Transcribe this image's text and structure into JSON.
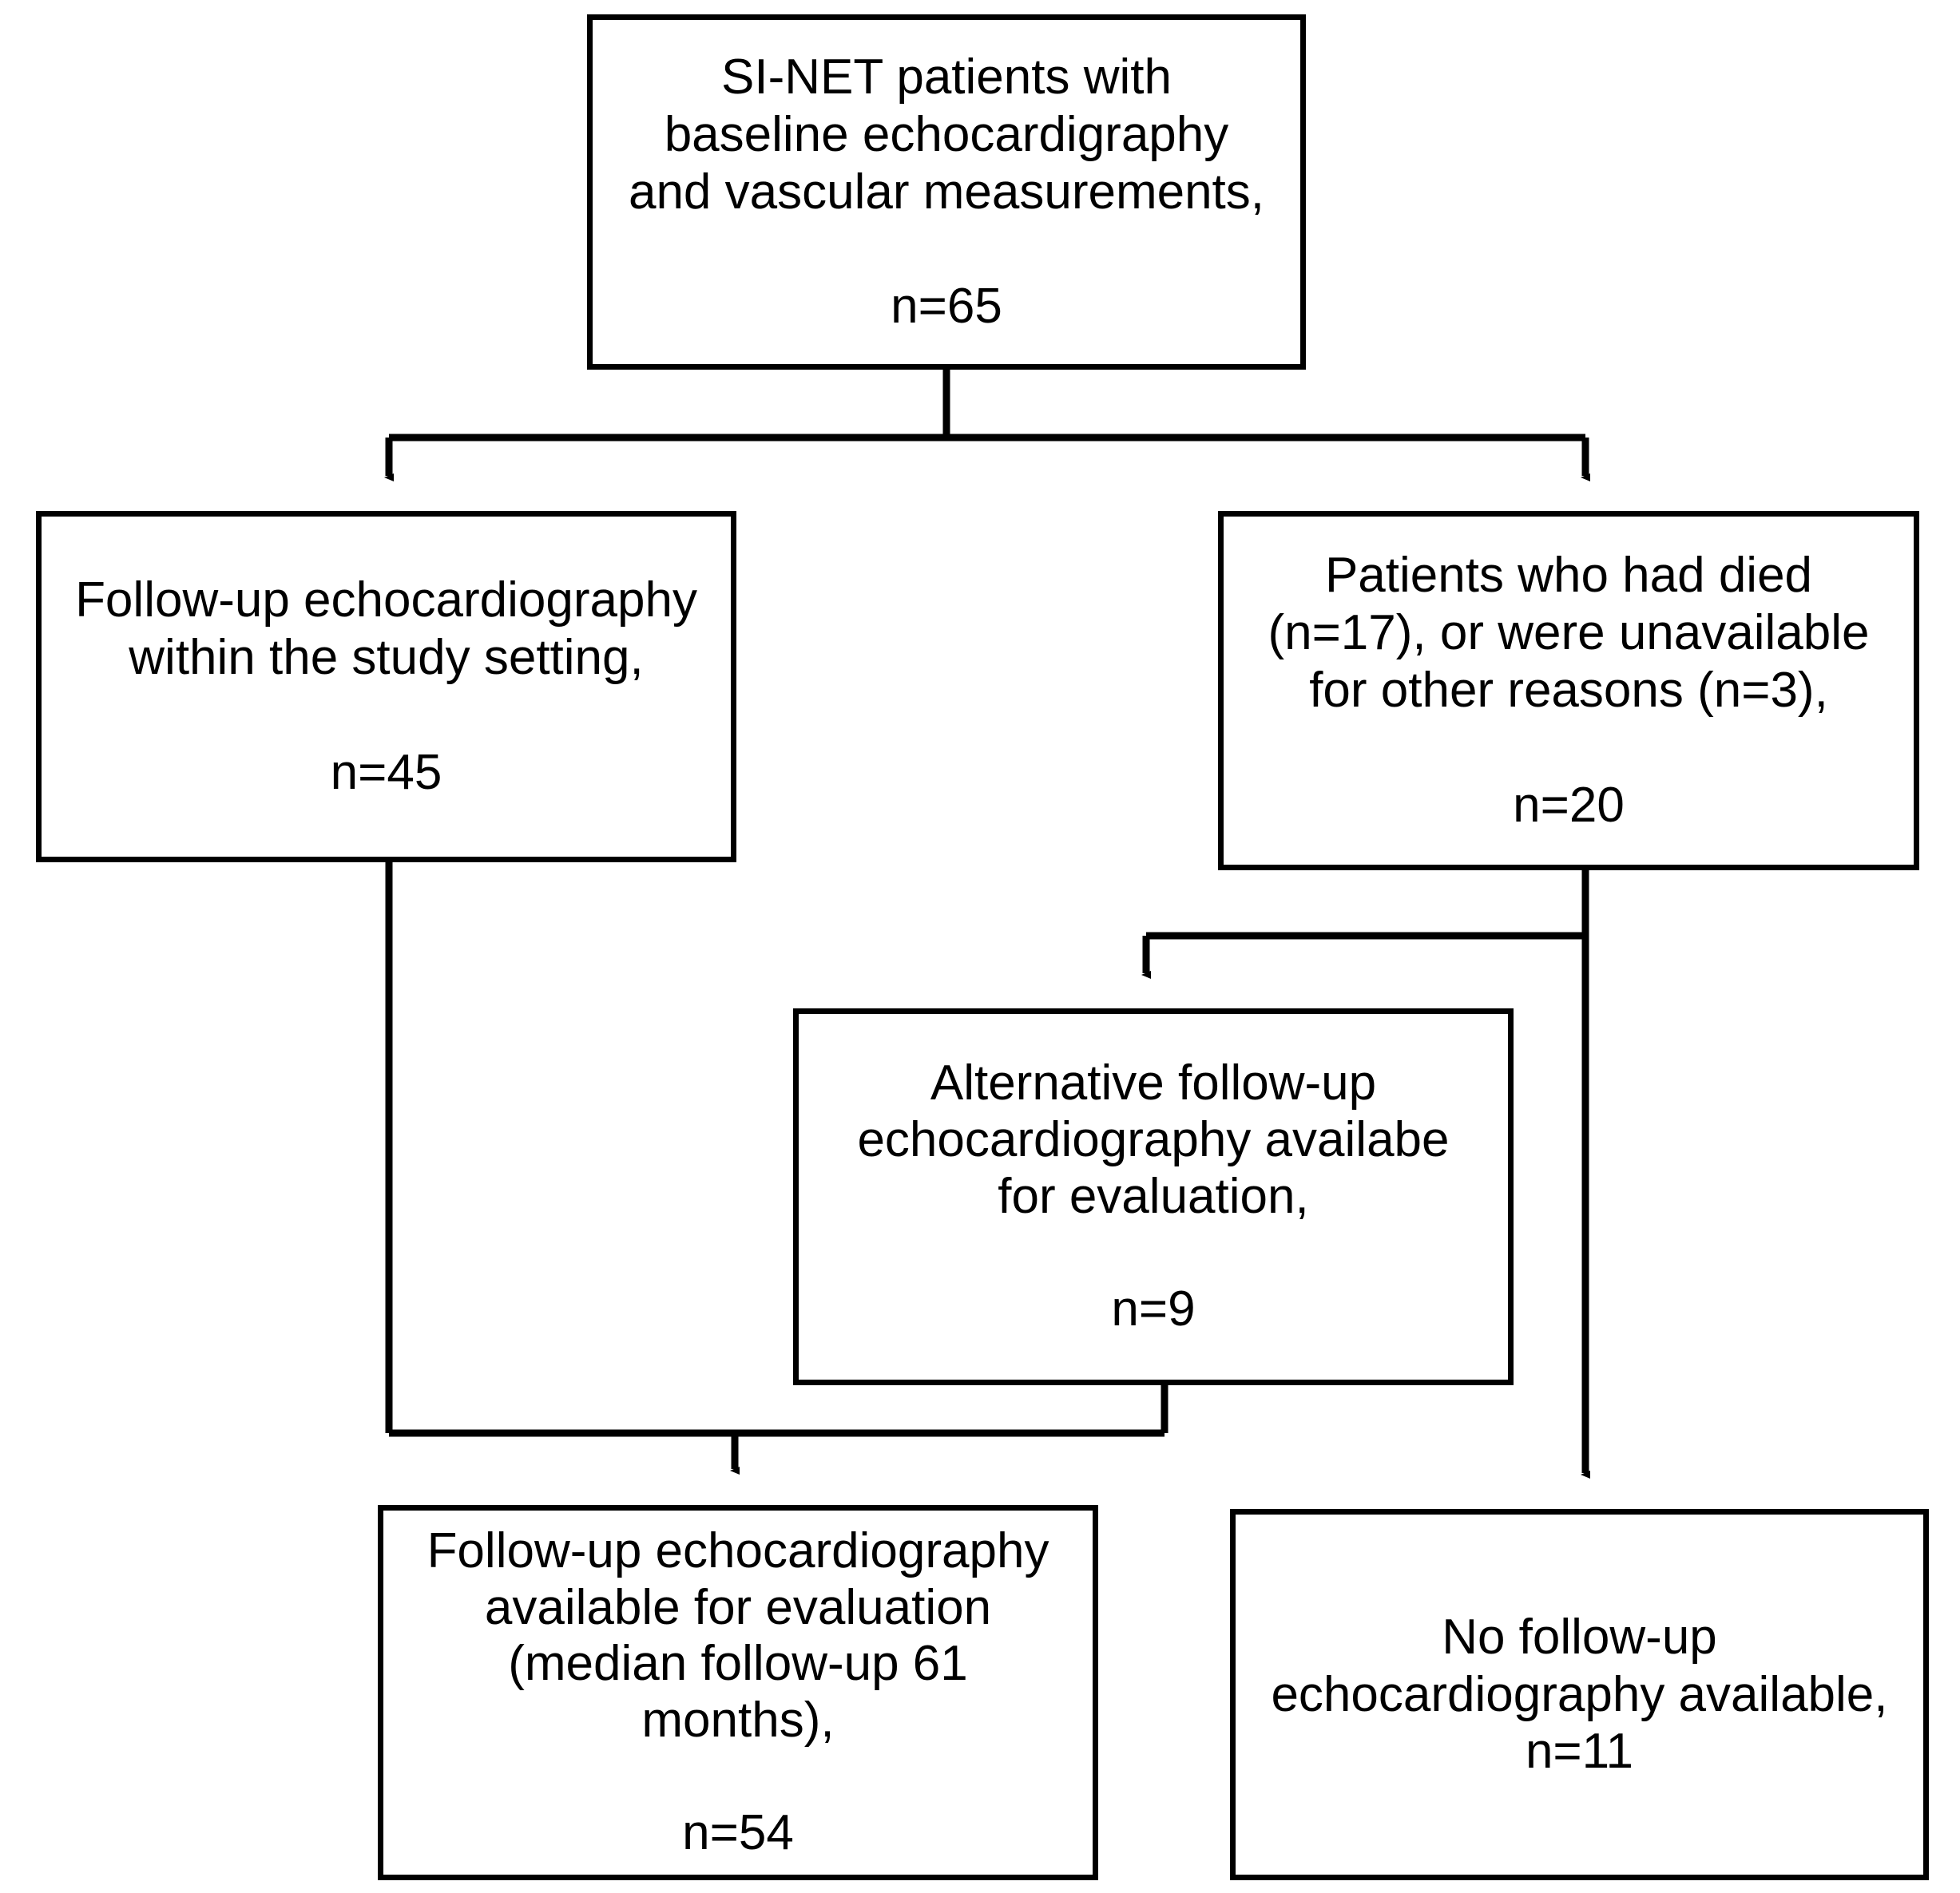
{
  "figure": {
    "type": "flowchart",
    "title": "SI-NET patient echocardiography follow-up flow diagram",
    "background_color": "#ffffff",
    "line_color": "#000000",
    "text_color": "#000000"
  },
  "nodes": {
    "enrolled": {
      "id": "enrolled",
      "text": "SI-NET patients with\nbaseline echocardigraphy\nand vascular measurements,\n\nn=65",
      "count_label": "n=65",
      "count": 65
    },
    "followup_study": {
      "id": "followup_study",
      "text": "Follow-up echocardiography\nwithin the study setting,\n\nn=45",
      "count_label": "n=45",
      "count": 45
    },
    "died_unavailable": {
      "id": "died_unavailable",
      "text": "Patients who had died\n(n=17), or were unavailable\nfor other reasons (n=3),\n\nn=20",
      "count_label": "n=20",
      "count": 20,
      "died_count_label": "(n=17)",
      "other_reasons_count_label": "(n=3)"
    },
    "alternative_followup": {
      "id": "alternative_followup",
      "text": "Alternative follow-up\nechocardiography availabe\nfor evaluation,\n\nn=9",
      "count_label": "n=9",
      "count": 9
    },
    "available_evaluation": {
      "id": "available_evaluation",
      "text": "Follow-up echocardiography\navailable for evaluation\n(median follow-up 61\nmonths),\n\nn=54",
      "count_label": "n=54",
      "count": 54,
      "median_followup_months": 61
    },
    "no_followup": {
      "id": "no_followup",
      "text": "No follow-up\nechocardiography available,\nn=11",
      "count_label": "n=11",
      "count": 11
    }
  },
  "edges": [
    {
      "id": "edge-enrolled-to-followup-study",
      "from": "enrolled",
      "to": "followup_study",
      "arrow": "down"
    },
    {
      "id": "edge-enrolled-to-died-unavailable",
      "from": "enrolled",
      "to": "died_unavailable",
      "arrow": "down"
    },
    {
      "id": "edge-died-to-alternative",
      "from": "died_unavailable",
      "to": "alternative_followup",
      "arrow": "down"
    },
    {
      "id": "edge-died-to-no-followup",
      "from": "died_unavailable",
      "to": "no_followup",
      "arrow": "down"
    },
    {
      "id": "edge-followup-study-to-available",
      "from": "followup_study",
      "to": "available_evaluation",
      "arrow": "down"
    },
    {
      "id": "edge-alternative-to-available",
      "from": "alternative_followup",
      "to": "available_evaluation",
      "arrow": "down"
    }
  ]
}
